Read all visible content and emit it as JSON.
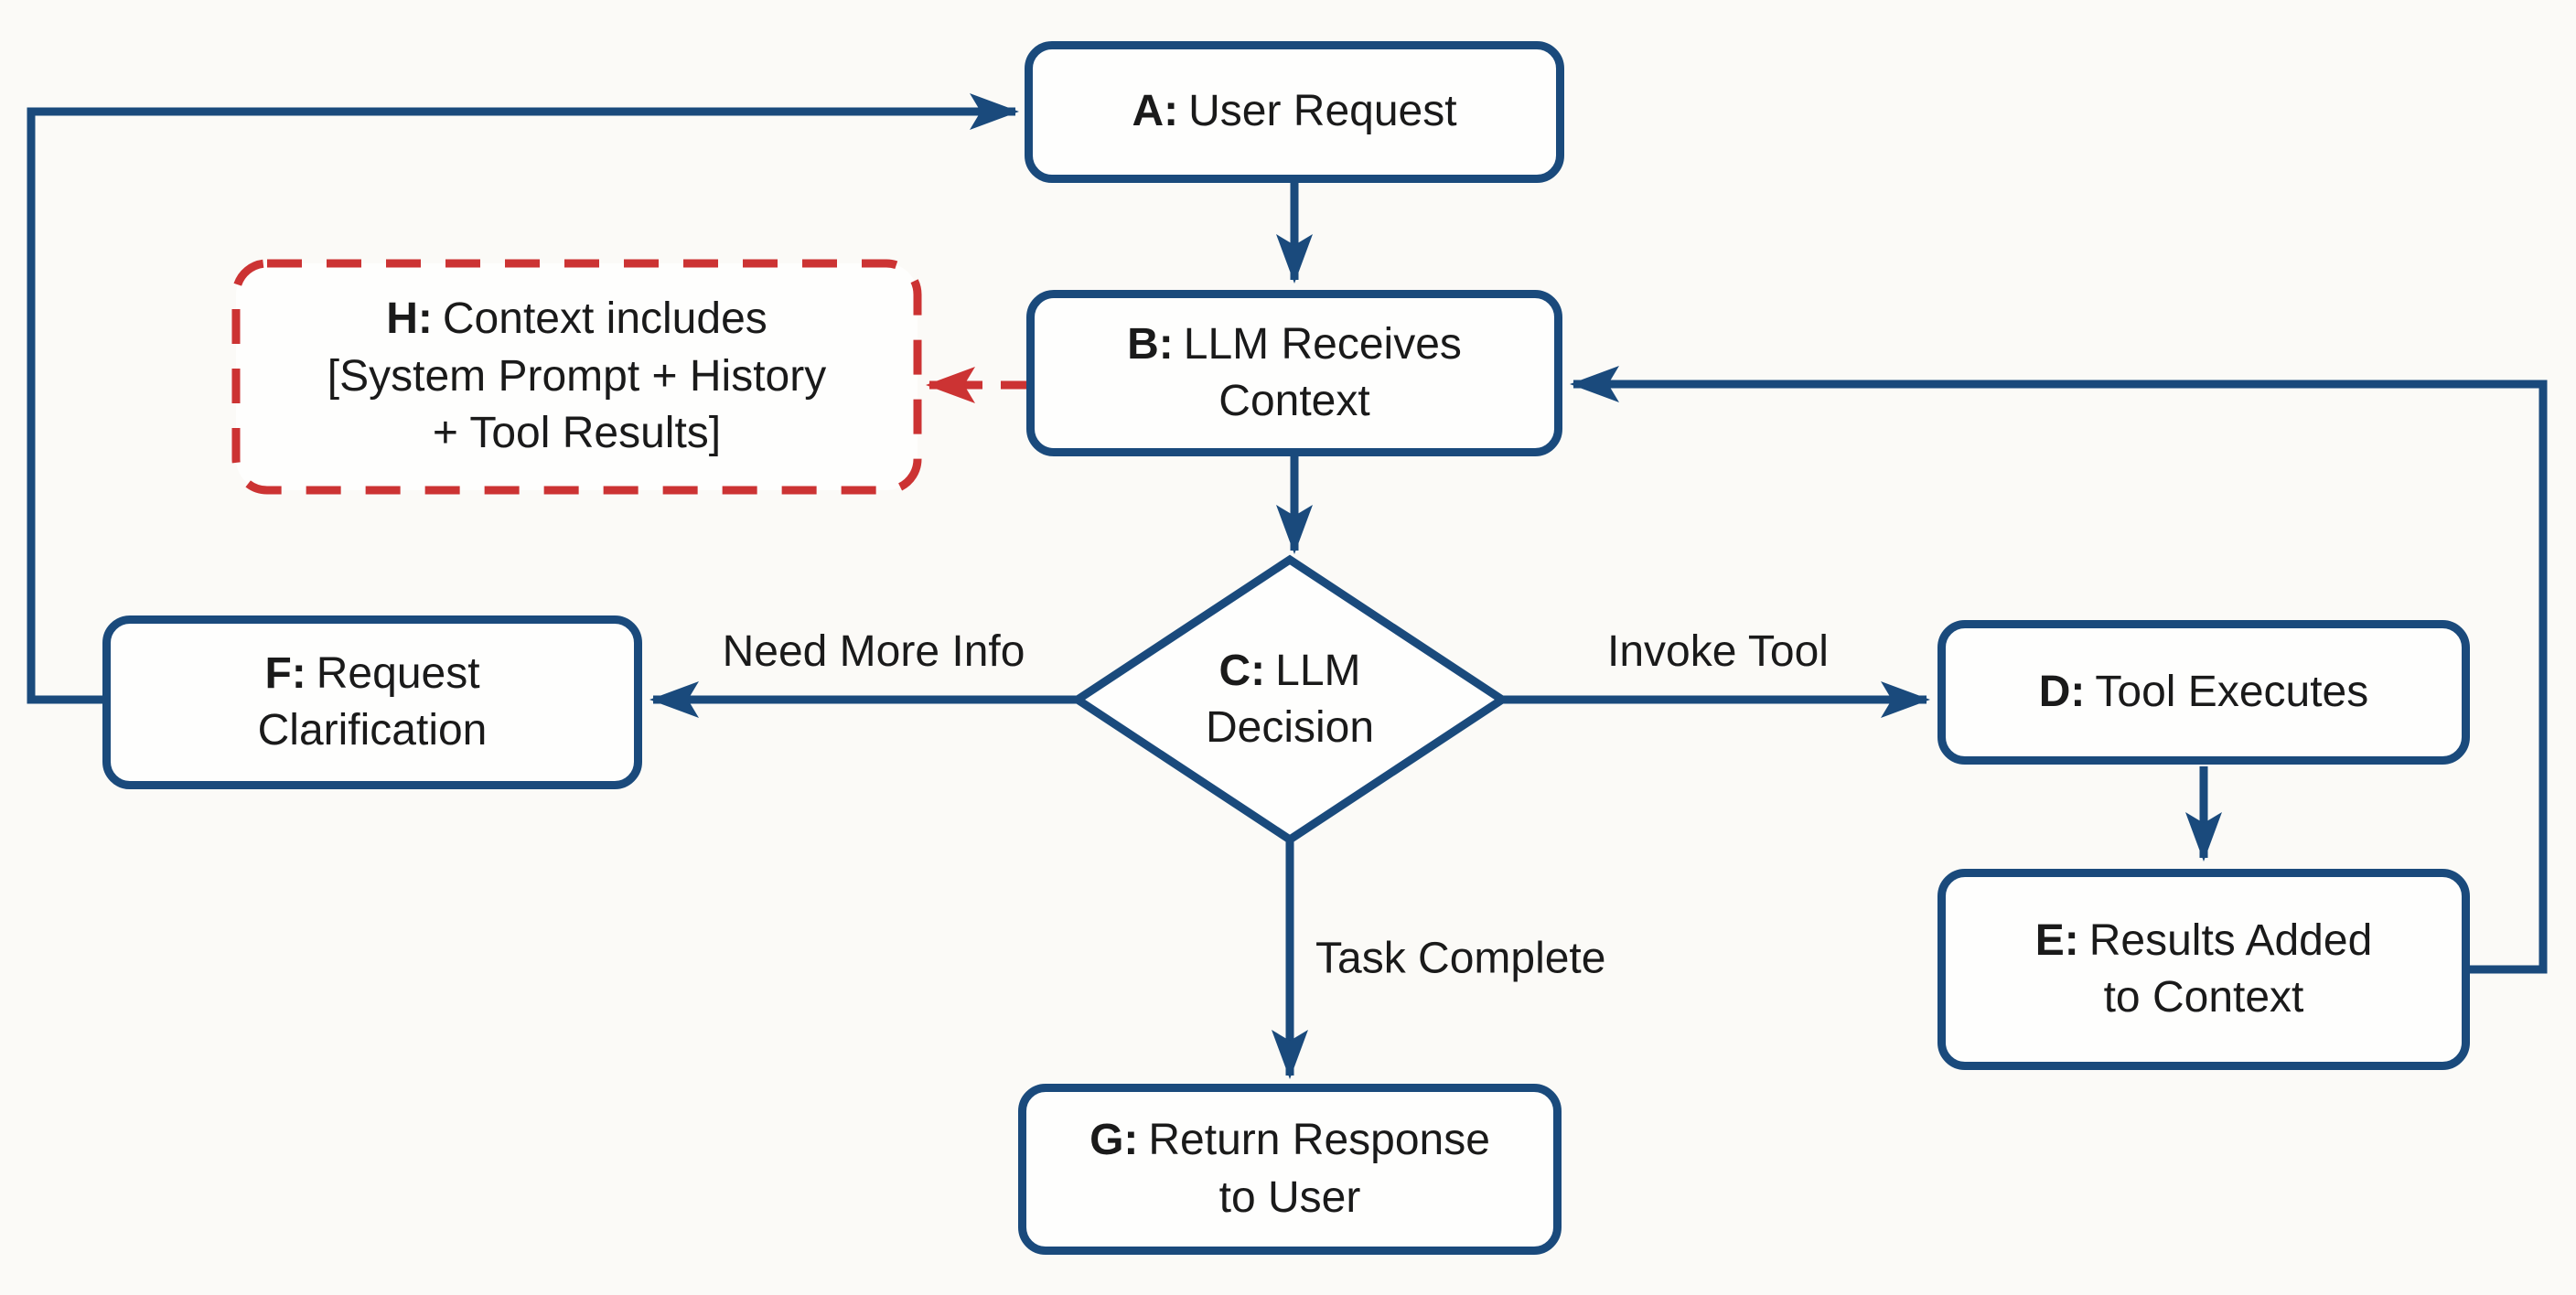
{
  "nodes": {
    "a": {
      "prefix": "A:",
      "text": "User Request"
    },
    "b": {
      "prefix": "B:",
      "text": "LLM Receives Context"
    },
    "c": {
      "prefix": "C:",
      "text": "LLM Decision"
    },
    "d": {
      "prefix": "D:",
      "text": "Tool Executes"
    },
    "e": {
      "prefix": "E:",
      "text": "Results Added to Context"
    },
    "f": {
      "prefix": "F:",
      "text": "Request Clarification"
    },
    "g": {
      "prefix": "G:",
      "text": "Return Response to User"
    },
    "h": {
      "prefix": "H:",
      "text": "Context includes",
      "line2": "[System Prompt + History",
      "line3": "+ Tool Results]"
    }
  },
  "edge_labels": {
    "need_more_info": "Need More Info",
    "invoke_tool": "Invoke Tool",
    "task_complete": "Task Complete"
  },
  "colors": {
    "flow_blue": "#1a4a7c",
    "annotation_red": "#cc3333",
    "text": "#1a1a1a",
    "background": "#fbfaf7",
    "node_fill": "#fefefd"
  }
}
